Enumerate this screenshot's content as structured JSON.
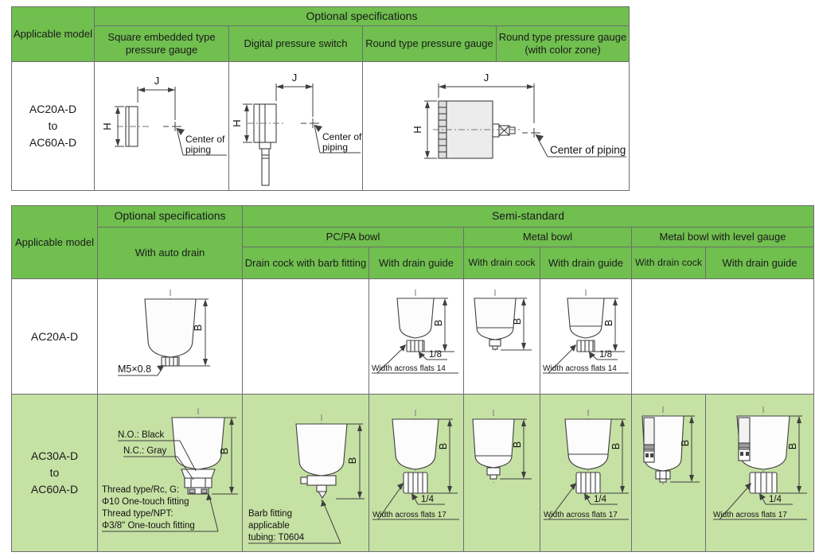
{
  "colors": {
    "header_green": "#70bf4f",
    "row_green": "#c6e1a4",
    "grid_line": "#6e6e6e",
    "drawing_line": "#3f3f3f"
  },
  "diagram_labels": {
    "j": "J",
    "h": "H",
    "b": "B",
    "center_line1": "Center of",
    "center_line2": "piping",
    "center_single": "Center of piping",
    "m5_thread": "M5×0.8",
    "port_1_8": "1/8",
    "port_1_4": "1/4",
    "flats_14": "Width across flats 14",
    "flats_17": "Width across flats 17",
    "no_black": "N.O.: Black",
    "nc_gray": "N.C.: Gray",
    "thread_line1": "Thread type/Rc, G:",
    "thread_line2": "Φ10 One-touch fitting",
    "thread_line3": "Thread type/NPT:",
    "thread_line4": "Φ3/8\" One-touch fitting",
    "barb_line1": "Barb fitting",
    "barb_line2": "applicable",
    "barb_line3": "tubing: T0604"
  },
  "table1": {
    "corner": "Applicable model",
    "group": "Optional specifications",
    "columns": [
      "Square embedded type pressure gauge",
      "Digital pressure switch",
      "Round type pressure gauge",
      "Round type pressure gauge (with color zone)"
    ],
    "model": "AC20A-D\nto\nAC60A-D"
  },
  "table2": {
    "corner": "Applicable model",
    "group_optional": "Optional specifications",
    "group_semi": "Semi-standard",
    "auto_drain": "With auto drain",
    "bowl_groups": [
      "PC/PA bowl",
      "Metal bowl",
      "Metal bowl with level gauge"
    ],
    "sub_columns": [
      "Drain cock with barb fitting",
      "With drain guide",
      "With drain cock",
      "With drain guide",
      "With drain cock",
      "With drain guide"
    ],
    "rows": [
      {
        "model": "AC20A-D"
      },
      {
        "model": "AC30A-D\nto\nAC60A-D"
      }
    ]
  }
}
